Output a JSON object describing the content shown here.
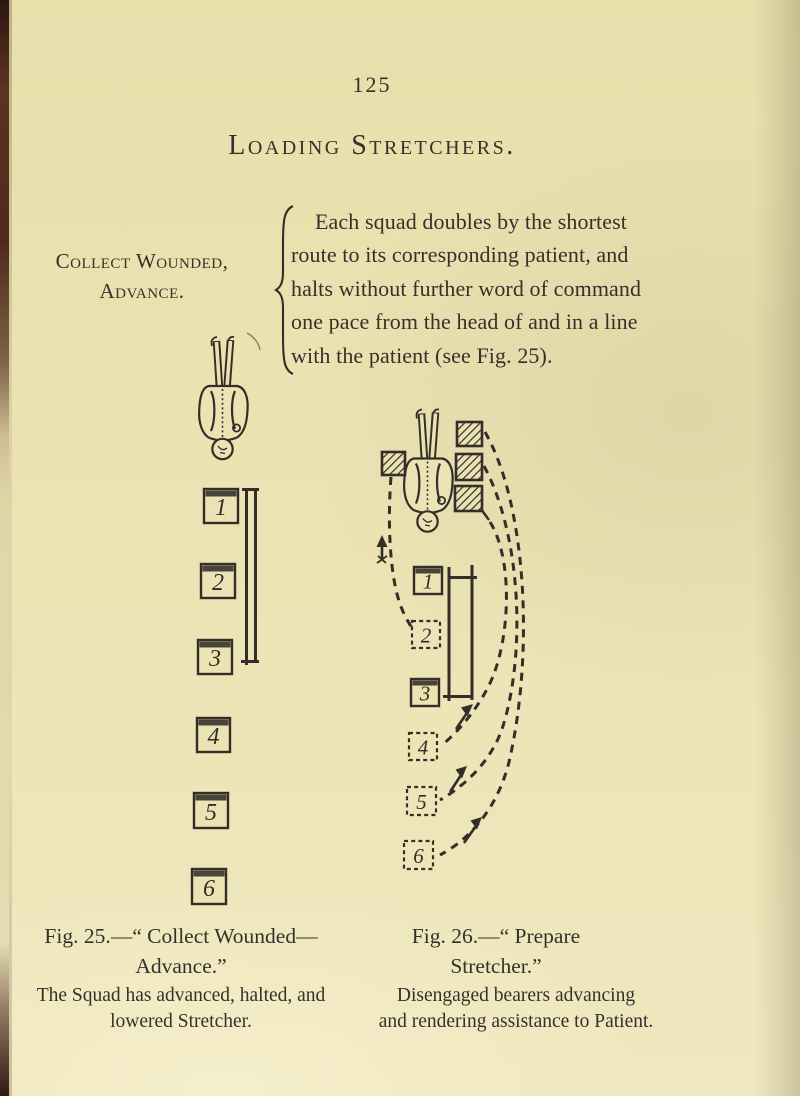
{
  "colors": {
    "paper": "#ece3b4",
    "ink": "#332e27",
    "binding_edge": "#4e2a1b"
  },
  "page": {
    "number": "125",
    "title": "Loading Stretchers.",
    "command": {
      "line1": "Collect Wounded,",
      "line2": "Advance."
    },
    "paragraph": {
      "line1": "Each squad doubles by the shortest",
      "line2": "route to its corresponding patient, and",
      "line3": "halts without further word of command",
      "line4": "one pace from the head of and in a line",
      "line5": "with the patient (see Fig. 25)."
    }
  },
  "fig25": {
    "boxes": [
      "1",
      "2",
      "3",
      "4",
      "5",
      "6"
    ],
    "caption": {
      "line1": "Fig. 25.—“ Collect Wounded—",
      "line2": "Advance.”"
    },
    "subcaption": {
      "line1": "The Squad has advanced, halted, and",
      "line2": "lowered Stretcher."
    }
  },
  "fig26": {
    "boxes": [
      "1",
      "2",
      "3",
      "4",
      "5",
      "6"
    ],
    "caption": {
      "line1": "Fig. 26.—“ Prepare",
      "line2": "Stretcher.”"
    },
    "subcaption": {
      "line1": "Disengaged bearers advancing",
      "line2": "and rendering assistance to Patient."
    }
  }
}
